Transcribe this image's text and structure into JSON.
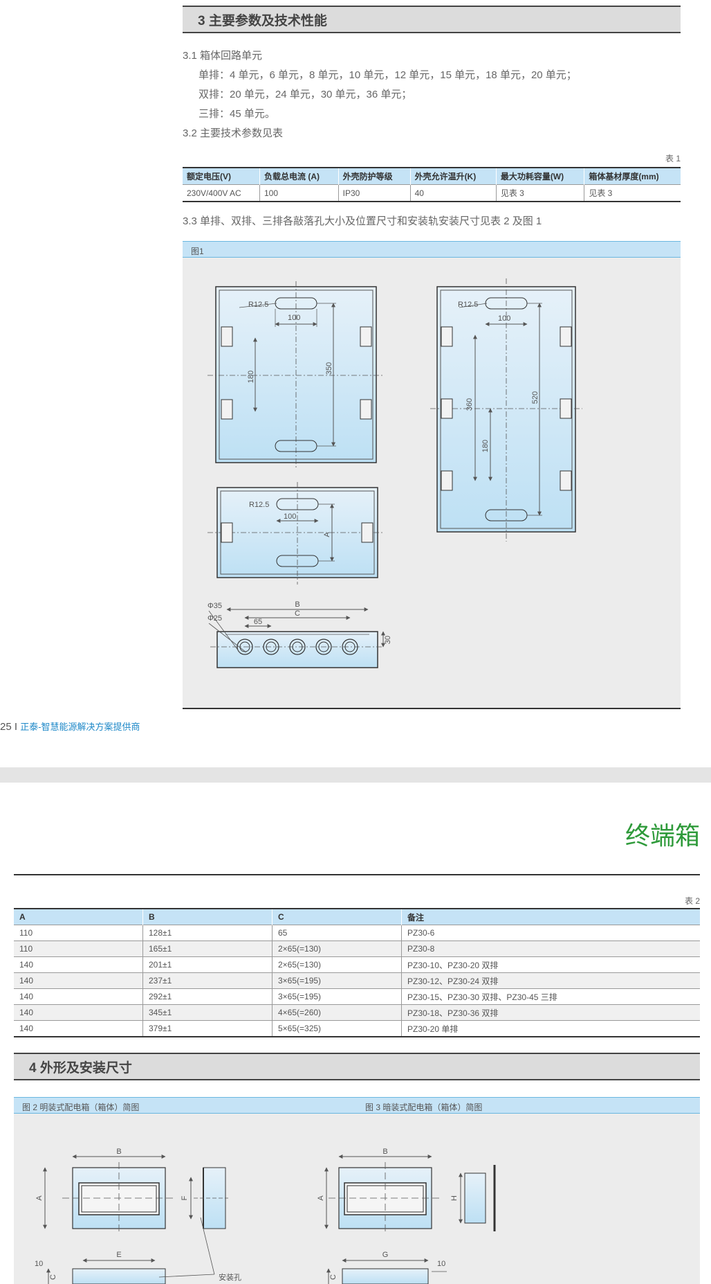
{
  "section3": {
    "title": "3 主要参数及技术性能",
    "p1": "3.1 箱体回路单元",
    "p1_single": "单排：4 单元，6 单元，8 单元，10 单元，12 单元，15 单元，18 单元，20 单元；",
    "p1_double": "双排：20 单元，24 单元，30 单元，36 单元；",
    "p1_triple": "三排：45 单元。",
    "p2": "3.2 主要技术参数见表",
    "table1_label": "表 1",
    "table1": {
      "headers": [
        "额定电压(V)",
        "负载总电流 (A)",
        "外壳防护等级",
        "外壳允许温升(K)",
        "最大功耗容量(W)",
        "箱体基材厚度(mm)"
      ],
      "row": [
        "230V/400V AC",
        "100",
        "IP30",
        "40",
        "见表 3",
        "见表 3"
      ]
    },
    "p3": "3.3 单排、双排、三排各敲落孔大小及位置尺寸和安装轨安装尺寸见表 2 及图 1"
  },
  "figure1": {
    "label": "图1",
    "dims": {
      "r125": "R12.5",
      "d100": "100",
      "d180": "180",
      "d350": "350",
      "d360": "360",
      "d520": "520",
      "a": "A",
      "b": "B",
      "c": "C",
      "phi35": "Φ35",
      "phi25": "Φ25",
      "d65": "65",
      "d30": "30"
    }
  },
  "footer": {
    "page_number": "25",
    "separator": "I",
    "brand": "正泰-智慧能源解决方案提供商"
  },
  "right_page": {
    "title": "终端箱",
    "table2_label": "表 2",
    "table2": {
      "headers": [
        "A",
        "B",
        "C",
        "备注"
      ],
      "rows": [
        [
          "110",
          "128±1",
          "65",
          "PZ30-6"
        ],
        [
          "110",
          "165±1",
          "2×65(=130)",
          "PZ30-8"
        ],
        [
          "140",
          "201±1",
          "2×65(=130)",
          "PZ30-10、PZ30-20 双排"
        ],
        [
          "140",
          "237±1",
          "3×65(=195)",
          "PZ30-12、PZ30-24 双排"
        ],
        [
          "140",
          "292±1",
          "3×65(=195)",
          "PZ30-15、PZ30-30 双排、PZ30-45 三排"
        ],
        [
          "140",
          "345±1",
          "4×65(=260)",
          "PZ30-18、PZ30-36 双排"
        ],
        [
          "140",
          "379±1",
          "5×65(=325)",
          "PZ30-20 单排"
        ]
      ]
    },
    "section4_title": "4 外形及安装尺寸",
    "fig2_label": "图 2 明装式配电箱（箱体）简图",
    "fig3_label": "图 3 暗装式配电箱（箱体）简图",
    "fig_dims": {
      "a": "A",
      "b": "B",
      "e": "E",
      "f": "F",
      "g": "G",
      "h": "H",
      "c": "C",
      "d10": "10",
      "mount_hole": "安装孔"
    }
  },
  "colors": {
    "accent_green": "#2e9a3a",
    "header_blue": "#c5e3f6",
    "brand_blue": "#1e88c8",
    "box_fill_top": "#e6f1f9",
    "box_fill_bottom": "#bde0f4"
  }
}
